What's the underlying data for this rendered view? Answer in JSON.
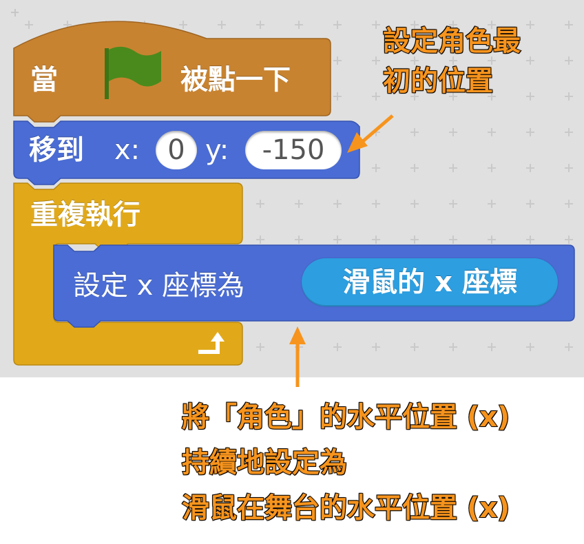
{
  "colors": {
    "events_block": "#c88330",
    "motion_block": "#4a6cd4",
    "control_block": "#e1a91a",
    "reporter": "#2d9ee0",
    "flag": "#4a8a1c",
    "annotation": "#f7941d"
  },
  "hat_block": {
    "prefix": "當",
    "icon": "green-flag-icon",
    "suffix": "被點一下"
  },
  "goto_block": {
    "label": "移到",
    "x_label": "x:",
    "x_value": "0",
    "y_label": "y:",
    "y_value": "-150"
  },
  "forever_block": {
    "label": "重複執行",
    "icon": "loop-arrow-icon"
  },
  "setx_block": {
    "label": "設定 x 座標為",
    "reporter": "滑鼠的 x 座標"
  },
  "annotations": {
    "top": [
      "設定角色最",
      "初的位置"
    ],
    "bottom": [
      "將「角色」的水平位置 (x)",
      "持續地設定為",
      "滑鼠在舞台的水平位置 (x)"
    ]
  }
}
